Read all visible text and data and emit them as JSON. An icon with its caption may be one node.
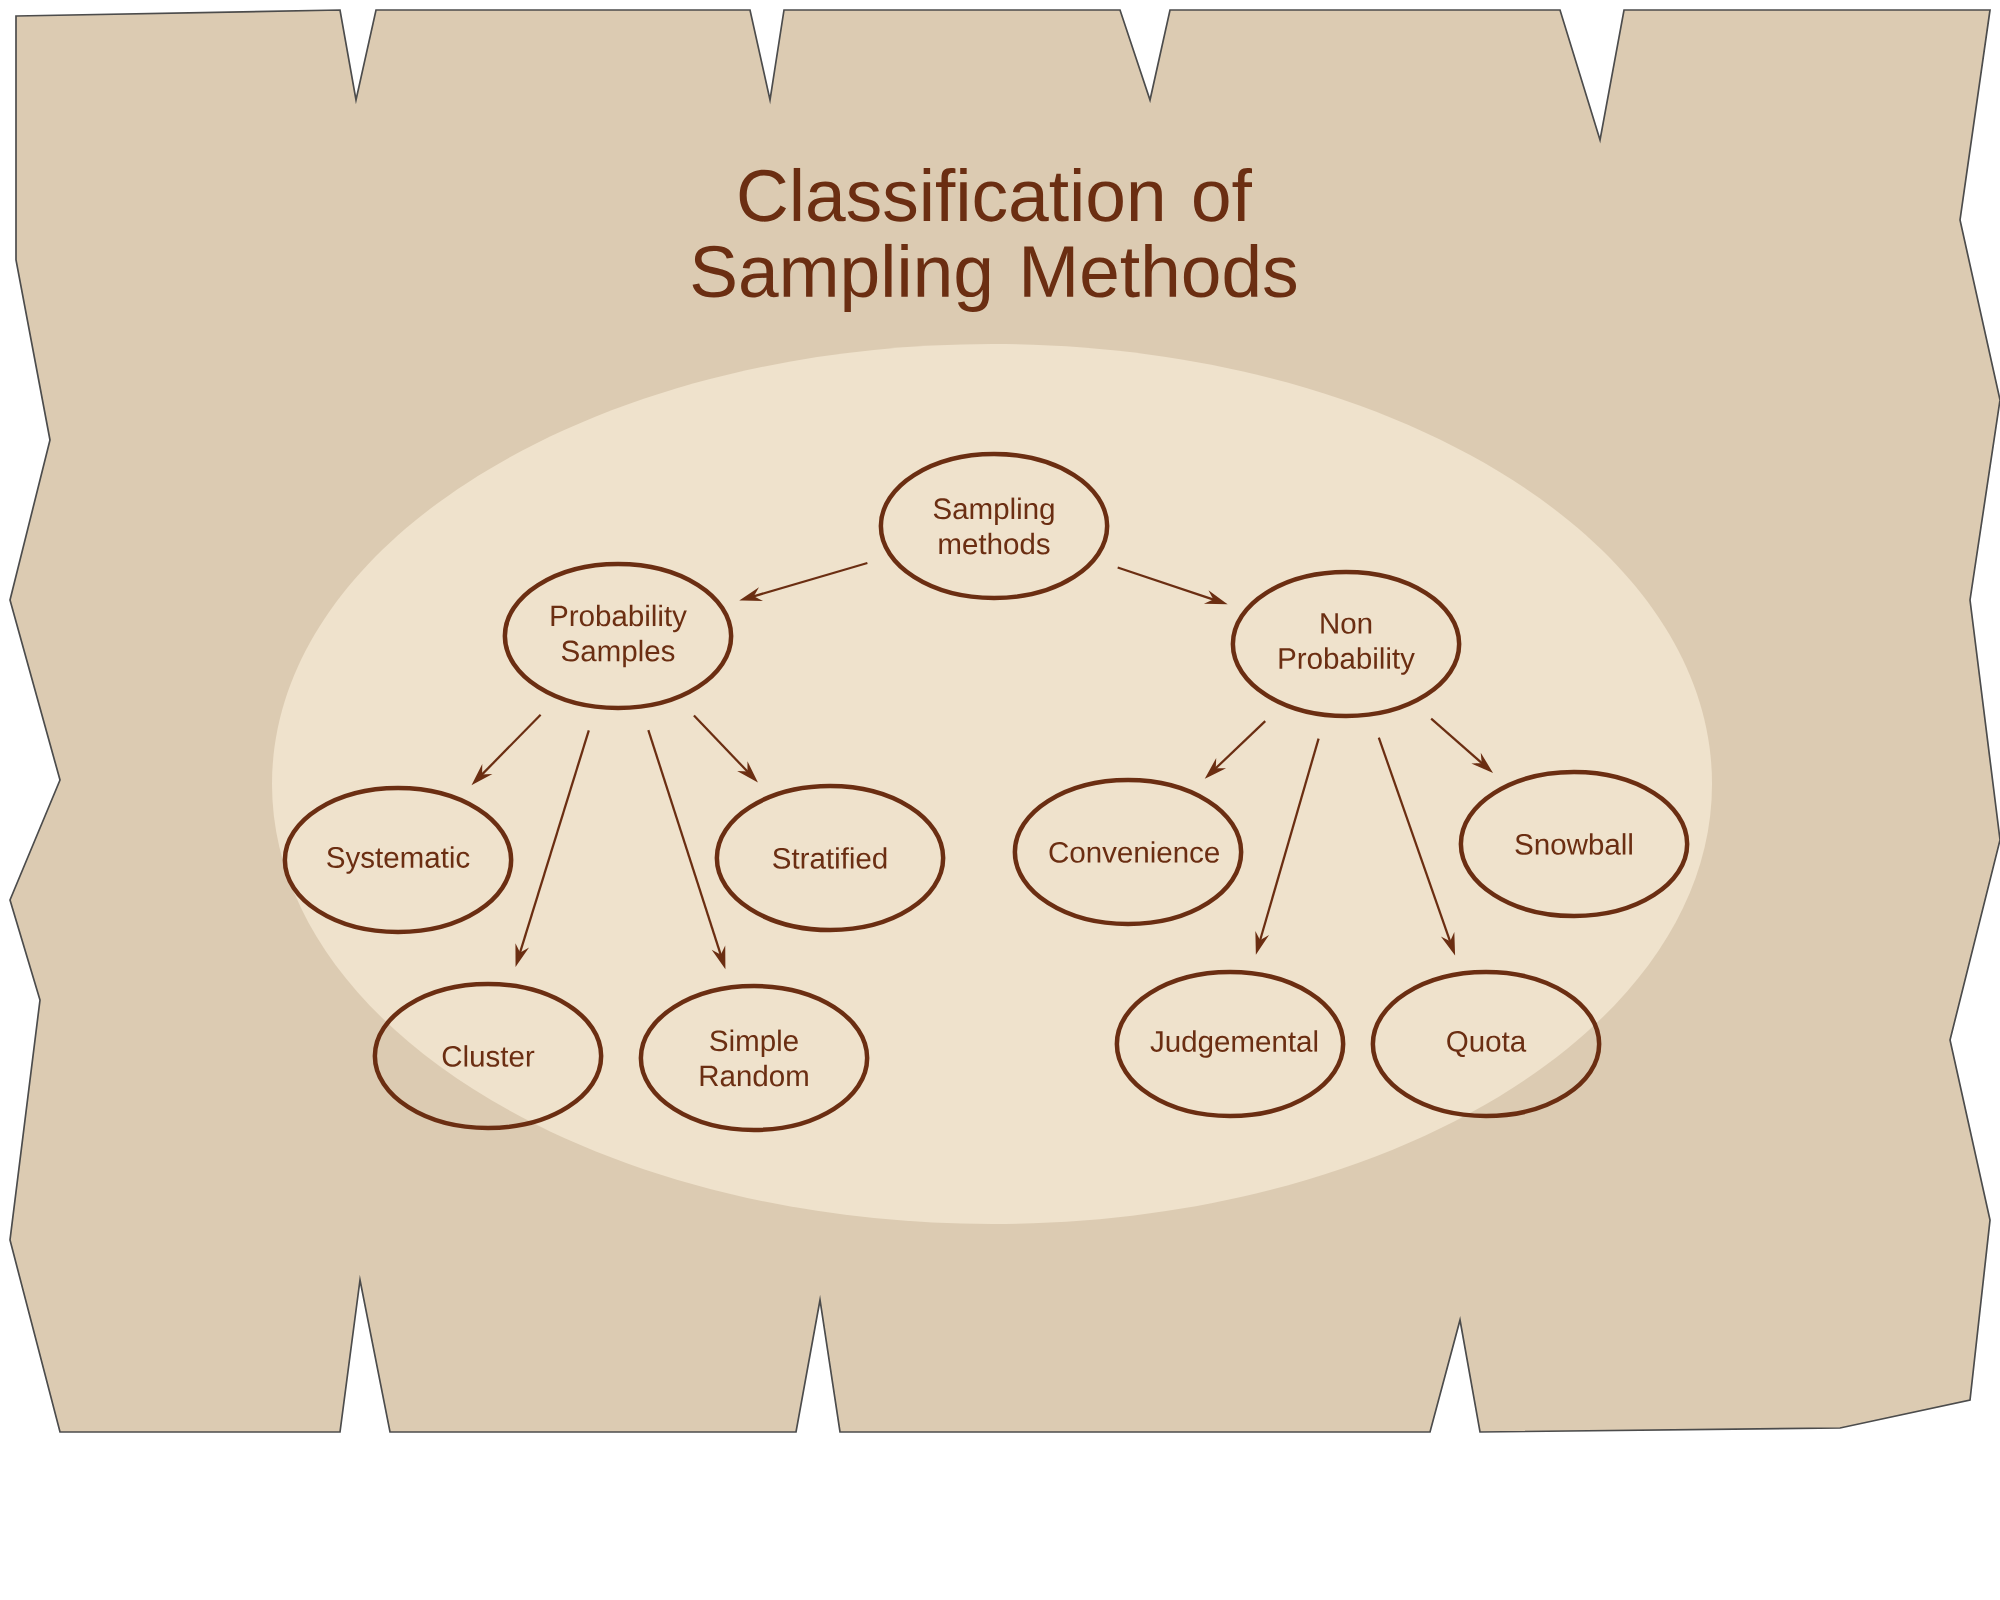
{
  "diagram": {
    "title": "Classification of Sampling Methods",
    "nodes": [
      {
        "text": [
          "Sampling methods"
        ]
      },
      {
        "text": [
          "Probability Samples"
        ]
      },
      {
        "text": [
          "Non Probability"
        ]
      },
      {
        "text": [
          "Systematic"
        ]
      },
      {
        "text": [
          "Stratified"
        ]
      },
      {
        "text": [
          "Cluster"
        ]
      },
      {
        "text": [
          "Simple Random"
        ]
      },
      {
        "text": [
          "Convenience"
        ]
      },
      {
        "text": [
          "Snowball"
        ]
      },
      {
        "text": [
          "Judgemental"
        ]
      },
      {
        "text": [
          "Quota"
        ]
      }
    ],
    "edges": [
      {
        "from": 0,
        "to": 1,
        "arrow": "to"
      },
      {
        "from": 0,
        "to": 2,
        "arrow": "to"
      },
      {
        "from": 1,
        "to": 3,
        "arrow": "to"
      },
      {
        "from": 1,
        "to": 5,
        "arrow": "to"
      },
      {
        "from": 1,
        "to": 6,
        "arrow": "to"
      },
      {
        "from": 1,
        "to": 4,
        "arrow": "to"
      },
      {
        "from": 2,
        "to": 7,
        "arrow": "to"
      },
      {
        "from": 2,
        "to": 9,
        "arrow": "to"
      },
      {
        "from": 2,
        "to": 10,
        "arrow": "to"
      },
      {
        "from": 2,
        "to": 8,
        "arrow": "to"
      }
    ]
  }
}
